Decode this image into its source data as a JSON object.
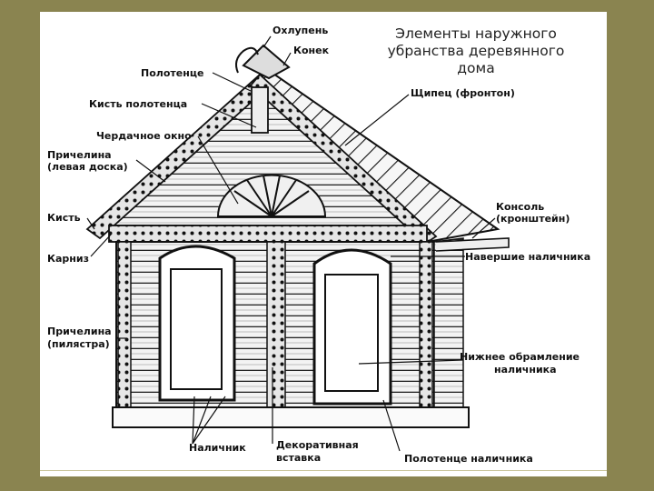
{
  "title_lines": [
    "Элементы наружного",
    "убранства деревянного",
    "дома"
  ],
  "labels": {
    "ohlupen": "Охлупень",
    "konek": "Конек",
    "polotence": "Полотенце",
    "kist_polotenca": "Кисть полотенца",
    "shchipec": "Щипец (фронтон)",
    "cherdachnoe_okno": "Чердачное окно",
    "prichelina_left_1": "Причелина",
    "prichelina_left_2": "(левая доска)",
    "kist": "Кисть",
    "konsol_1": "Консоль",
    "konsol_2": "(кронштейн)",
    "karniz": "Карниз",
    "navershie": "Навершие наличника",
    "prichelina_pil_1": "Причелина",
    "prichelina_pil_2": "(пилястра)",
    "nizhnee_1": "Нижнее обрамление",
    "nizhnee_2": "наличника",
    "nalichnik": "Наличник",
    "dekor_1": "Декоративная",
    "dekor_2": "вставка",
    "polotence_nal": "Полотенце наличника"
  },
  "colors": {
    "background": "#8a8450",
    "paper": "#ffffff",
    "ink": "#111111"
  }
}
